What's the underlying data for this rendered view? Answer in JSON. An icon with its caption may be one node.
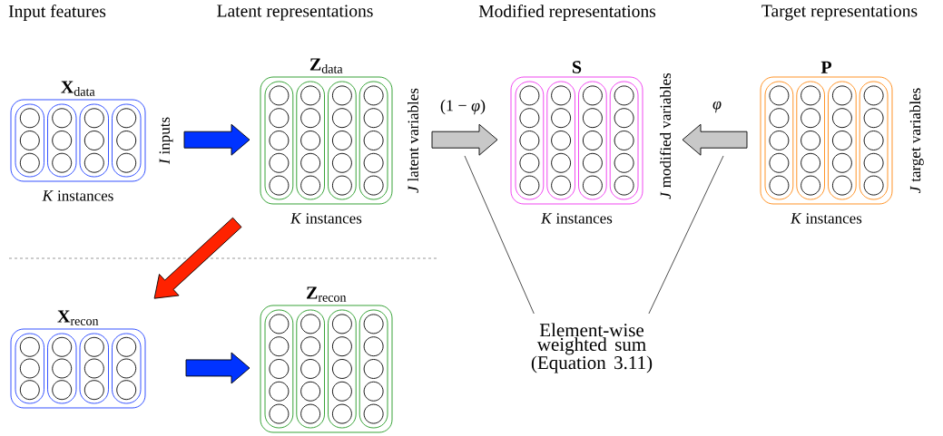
{
  "diagram": {
    "nodes": [
      {
        "text": [
          "**X**$_{data}$"
        ],
        "beside": [
          "*I* inputs",
          "*K* instances"
        ]
      },
      {
        "text": [
          "**Z**$_{data}$"
        ],
        "beside": [
          "*J* latent variables",
          "*K* instances"
        ]
      },
      {
        "text": [
          "S"
        ],
        "beside": [
          "*J* modified variables",
          "*K* instances"
        ]
      },
      {
        "text": [
          "P"
        ],
        "beside": [
          "*J* target variables",
          "*K* instances"
        ]
      },
      {
        "text": [
          "Element-wise weighted sum (Equation 3.11)"
        ]
      },
      {
        "text": [
          "**X**$_{recon}$"
        ]
      },
      {
        "text": [
          "**Z**$_{recon}$"
        ]
      }
    ],
    "edges": [
      {
        "from": 0,
        "to": 1,
        "arrow": "to",
        "color": "#0033ff"
      },
      {
        "from": 1,
        "to": 2,
        "arrow": "to",
        "label": "(1 − *φ*)",
        "color": "#c8c8c8"
      },
      {
        "from": 3,
        "to": 2,
        "arrow": "to",
        "label": "*φ*",
        "color": "#c8c8c8"
      },
      {
        "from": 1,
        "to": 5,
        "arrow": "to",
        "color": "#ff2200"
      },
      {
        "from": 5,
        "to": 6,
        "arrow": "to",
        "color": "#0033ff"
      },
      {
        "from": 4,
        "to": null,
        "arrow": "none"
      },
      {
        "from": 4,
        "to": null,
        "arrow": "none"
      }
    ],
    "labels": [
      "Input features",
      "Latent representations",
      "Modified representations",
      "Target representations"
    ]
  }
}
